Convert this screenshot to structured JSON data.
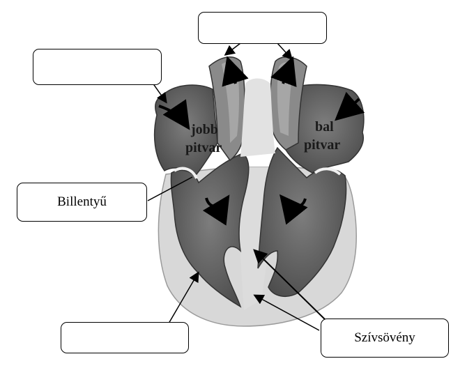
{
  "labels": {
    "top": "",
    "top_left": "",
    "valve": "Billentyű",
    "bottom_left": "",
    "septum": "Szívsövény"
  },
  "heart_text": {
    "right_atrium_line1": "jobb",
    "right_atrium_line2": "pitvar",
    "left_atrium_line1": "bal",
    "left_atrium_line2": "pitvar"
  },
  "colors": {
    "muscle": "#6f6f6f",
    "muscle_dark": "#4a4a4a",
    "outer_wall": "#d6d6d6",
    "vessel": "#888888"
  }
}
